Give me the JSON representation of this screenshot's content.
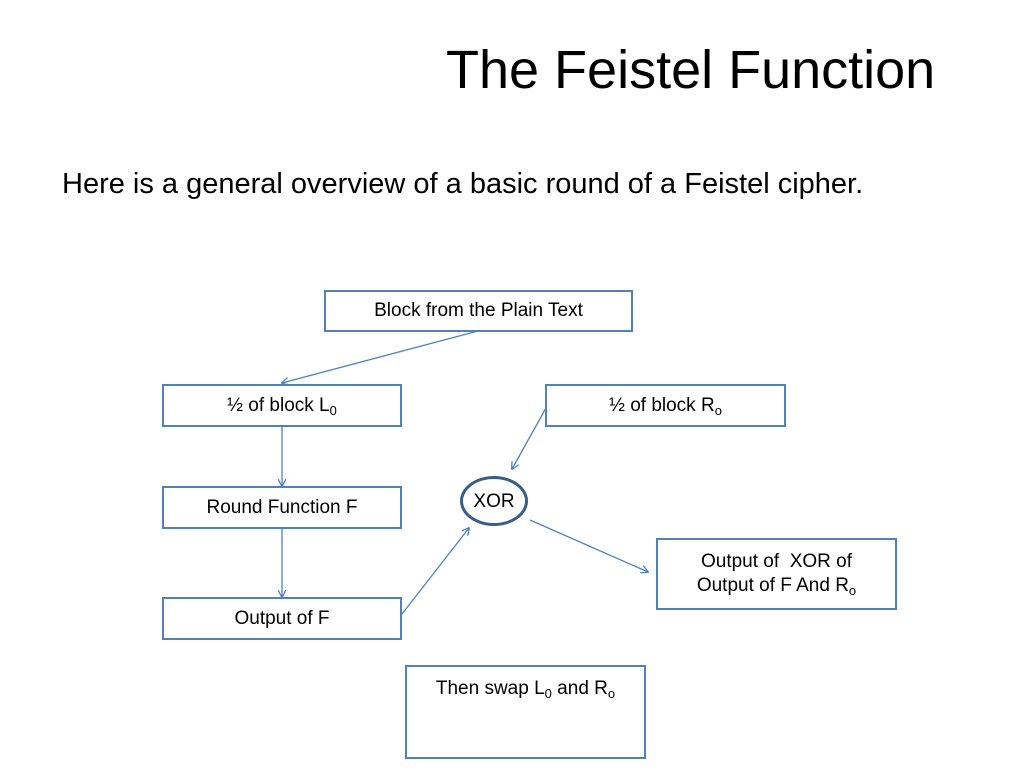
{
  "slide": {
    "title": "The Feistel Function",
    "subtitle": "Here is a general overview of a basic round of a Feistel cipher."
  },
  "diagram": {
    "plain_text_block": "Block from the Plain Text",
    "left_half": {
      "text": "½ of block L",
      "sub": "0"
    },
    "right_half": {
      "text": "½ of block R",
      "sub": "o"
    },
    "round_function": "Round Function F",
    "output_f": "Output of F",
    "xor": "XOR",
    "xor_output": {
      "line1": "Output of  XOR of",
      "line2": "Output of F And R",
      "sub": "o"
    },
    "swap": {
      "prefix": "Then swap L",
      "sub1": "0",
      "middle": " and R",
      "sub2": "o"
    }
  },
  "colors": {
    "box_border": "#4f81bd",
    "xor_border": "#385d8a",
    "arrow": "#4f81bd"
  }
}
